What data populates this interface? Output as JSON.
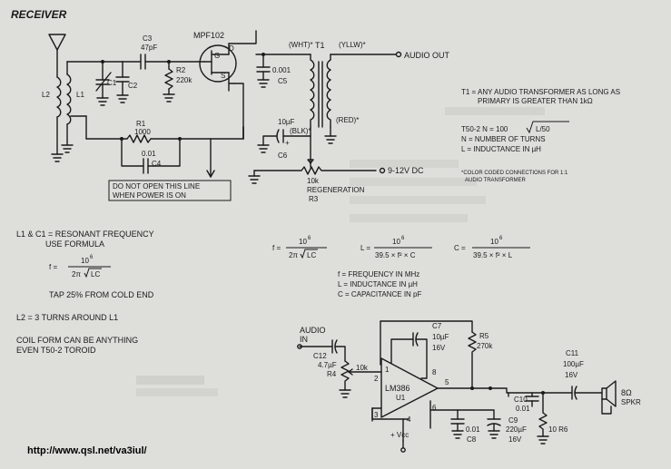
{
  "title": "RECEIVER",
  "url": "http://www.qsl.net/va3iul/",
  "receiver": {
    "c3": "C3",
    "c3_val": "47pF",
    "fet": "MPF102",
    "g": "G",
    "d": "D",
    "s": "S",
    "r2": "R2",
    "r2_val": "220k",
    "c1": "C1",
    "c2": "C2",
    "l2": "L2",
    "l1": "L1",
    "r1": "R1",
    "r1_val": "1000",
    "c4_val": "0.01",
    "c4": "C4",
    "warn1": "DO NOT OPEN THIS LINE",
    "warn2": "WHEN POWER IS ON",
    "wht": "(WHT)*",
    "t1": "T1",
    "yllw": "(YLLW)*",
    "audio_out": "AUDIO OUT",
    "c5_val": "0.001",
    "c5": "C5",
    "c6_val": "10µF",
    "blk": "(BLK)*",
    "c6": "C6",
    "plus": "+",
    "red": "(RED)*",
    "supply": "9-12V DC",
    "r3_val": "10k",
    "regen": "REGENERATION",
    "r3": "R3"
  },
  "notes": {
    "t1_line1": "T1 = ANY AUDIO TRANSFORMER AS LONG AS",
    "t1_line2": "PRIMARY IS GREATER THAN 1kΩ",
    "t50_a": "T50-2  N = 100",
    "t50_b": "L/50",
    "n_def": "N = NUMBER OF TURNS",
    "l_def": "L = INDUCTANCE IN µH",
    "color1": "*COLOR CODED CONNECTIONS FOR 1:1",
    "color2": "AUDIO TRANSFORMER",
    "res1": "L1 & C1 = RESONANT FREQUENCY",
    "res2": "USE FORMULA",
    "f": "f =",
    "num": "10",
    "exp": "6",
    "twopi": "2π",
    "lc": "LC",
    "tap": "TAP 25% FROM COLD END",
    "l2turns": "L2 = 3 TURNS AROUND L1",
    "coil1": "COIL FORM CAN BE ANYTHING",
    "coil2": "EVEN T50-2 TOROID",
    "eq_f": "f =",
    "eq_l": "L =",
    "eq_c": "C =",
    "den_l": "39.5 × f² × C",
    "den_c": "39.5 × f² × L",
    "f_def": "f = FREQUENCY IN MHz",
    "l_def2": "L = INDUCTANCE IN µH",
    "c_def": "C = CAPACITANCE IN pF"
  },
  "amp": {
    "audio_in1": "AUDIO",
    "audio_in2": "IN",
    "c12": "C12",
    "c12_val": "4.7µF",
    "r4": "R4",
    "r4_val": "10k",
    "c7": "C7",
    "c7_v1": "10µF",
    "c7_v2": "16V",
    "r5": "R5",
    "r5_val": "270k",
    "chip": "LM386",
    "u1": "U1",
    "p1": "1",
    "p2": "2",
    "p3": "3",
    "p4": "4",
    "p5": "5",
    "p6": "6",
    "p8": "8",
    "vcc": "+ Vcc",
    "c8_val": "0.01",
    "c8": "C8",
    "c9": "C9",
    "c9_v1": "220µF",
    "c9_v2": "16V",
    "c10": "C10",
    "c10_val": "0.01",
    "r6": "10 R6",
    "c11": "C11",
    "c11_v1": "100µF",
    "c11_v2": "16V",
    "spk1": "8Ω",
    "spk2": "SPKR"
  }
}
